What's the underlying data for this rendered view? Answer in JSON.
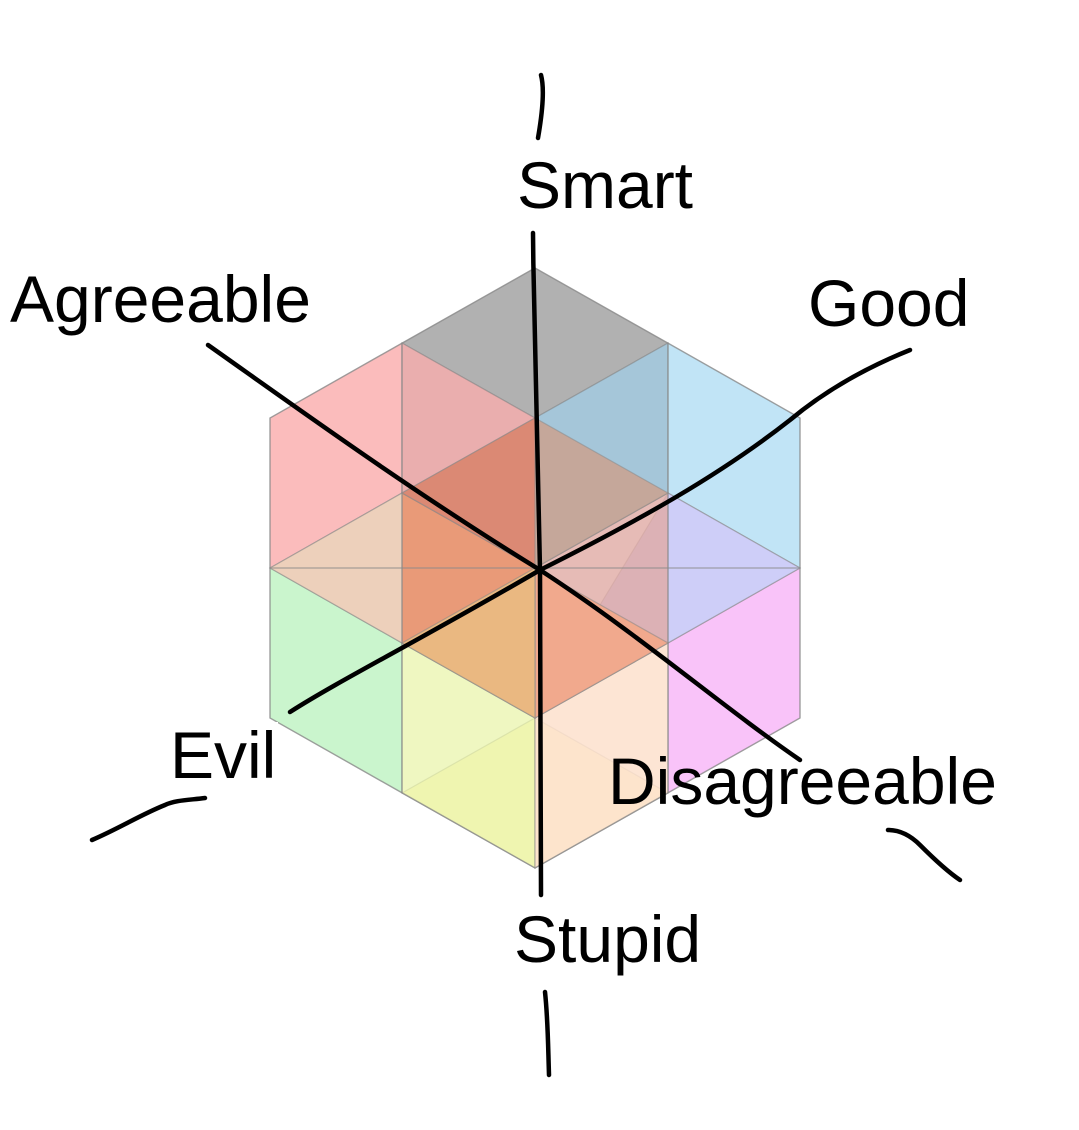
{
  "axes": {
    "top": "Smart",
    "bottom": "Stupid",
    "upper_left": "Agreeable",
    "lower_right": "Disagreeable",
    "upper_right": "Good",
    "lower_left": "Evil"
  },
  "colors": {
    "top_cell": "#9e9e9e",
    "red_cells": "#f9a0a0",
    "blue_cells": "#a6d8f2",
    "green_cells": "#b8f2bc",
    "yellow_cells": "#fdf6b8",
    "magenta_cells": "#f6aaf6",
    "center_orange": "#e8906c",
    "axis_line": "#000000"
  }
}
